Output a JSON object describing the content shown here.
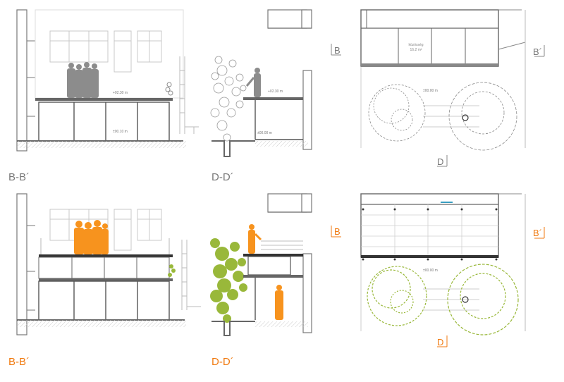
{
  "colors": {
    "existing": "#8c8c8c",
    "existing_light": "#cfcfcf",
    "proposed_accent": "#f07a10",
    "proposed_people": "#f7931e",
    "tree_green": "#99b83a",
    "line": "#555555"
  },
  "top_row": {
    "section_bb": {
      "label": "B-B´",
      "level_upper": "+02.30 m",
      "level_lower": "±00.10 m"
    },
    "section_dd": {
      "label": "D-D´",
      "level_upper": "+02.30 m",
      "level_lower": "±00.00 m"
    },
    "plan": {
      "marker_b": "B",
      "marker_b_prime": "B´",
      "marker_d": "D",
      "room_name": "közösség",
      "room_area": "16.2 m²",
      "level": "±00.00 m"
    }
  },
  "bottom_row": {
    "section_bb": {
      "label": "B-B´"
    },
    "section_dd": {
      "label": "D-D´"
    },
    "plan": {
      "marker_b": "B",
      "marker_b_prime": "B´",
      "marker_d": "D",
      "level": "±00.00 m"
    }
  }
}
